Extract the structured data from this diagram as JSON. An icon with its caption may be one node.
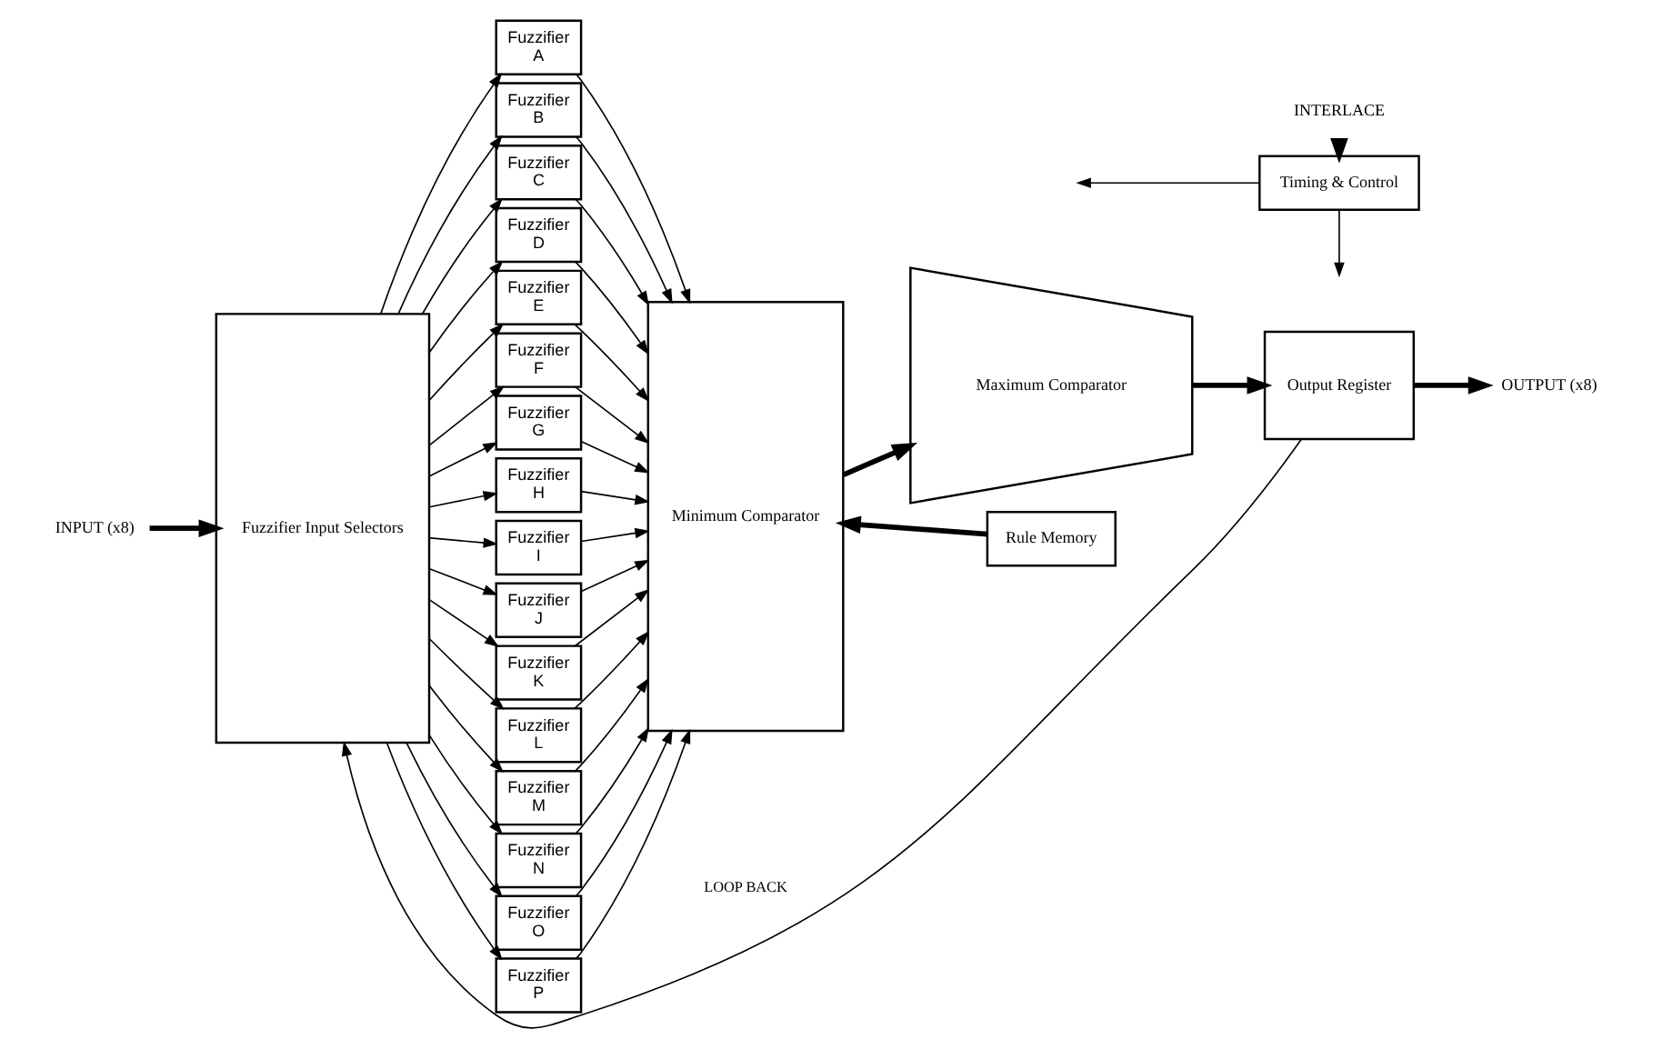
{
  "diagram": {
    "nodes": [
      {
        "text": [
          "INPUT (x8)"
        ]
      },
      {
        "text": [
          "Fuzzifier Input Selectors"
        ]
      },
      {
        "text": [
          "Fuzzifier",
          "A"
        ]
      },
      {
        "text": [
          "Fuzzifier",
          "B"
        ]
      },
      {
        "text": [
          "Fuzzifier",
          "C"
        ]
      },
      {
        "text": [
          "Fuzzifier",
          "D"
        ]
      },
      {
        "text": [
          "Fuzzifier",
          "E"
        ]
      },
      {
        "text": [
          "Fuzzifier",
          "F"
        ]
      },
      {
        "text": [
          "Fuzzifier",
          "G"
        ]
      },
      {
        "text": [
          "Fuzzifier",
          "H"
        ]
      },
      {
        "text": [
          "Fuzzifier",
          "I"
        ]
      },
      {
        "text": [
          "Fuzzifier",
          "J"
        ]
      },
      {
        "text": [
          "Fuzzifier",
          "K"
        ]
      },
      {
        "text": [
          "Fuzzifier",
          "L"
        ]
      },
      {
        "text": [
          "Fuzzifier",
          "M"
        ]
      },
      {
        "text": [
          "Fuzzifier",
          "N"
        ]
      },
      {
        "text": [
          "Fuzzifier",
          "O"
        ]
      },
      {
        "text": [
          "Fuzzifier",
          "P"
        ]
      },
      {
        "text": [
          "Minimum Comparator"
        ]
      },
      {
        "text": [
          "Maximum Comparator"
        ]
      },
      {
        "text": [
          "Output Register"
        ]
      },
      {
        "text": [
          "OUTPUT (x8)"
        ]
      },
      {
        "text": [
          "INTERLACE"
        ]
      },
      {
        "text": [
          "Timing & Control"
        ]
      },
      {
        "text": [
          "Rule Memory"
        ]
      }
    ],
    "edges": [
      {
        "from": 0,
        "to": 1,
        "arrow": "to",
        "style": "thick"
      },
      {
        "from": 20,
        "to": 1,
        "arrow": "to",
        "label": "LOOP BACK"
      },
      {
        "from": 1,
        "to": 2,
        "arrow": "to"
      },
      {
        "from": 1,
        "to": 3,
        "arrow": "to"
      },
      {
        "from": 1,
        "to": 4,
        "arrow": "to"
      },
      {
        "from": 1,
        "to": 5,
        "arrow": "to"
      },
      {
        "from": 1,
        "to": 6,
        "arrow": "to"
      },
      {
        "from": 1,
        "to": 7,
        "arrow": "to"
      },
      {
        "from": 1,
        "to": 8,
        "arrow": "to"
      },
      {
        "from": 1,
        "to": 9,
        "arrow": "to"
      },
      {
        "from": 1,
        "to": 10,
        "arrow": "to"
      },
      {
        "from": 1,
        "to": 11,
        "arrow": "to"
      },
      {
        "from": 1,
        "to": 12,
        "arrow": "to"
      },
      {
        "from": 1,
        "to": 13,
        "arrow": "to"
      },
      {
        "from": 1,
        "to": 14,
        "arrow": "to"
      },
      {
        "from": 1,
        "to": 15,
        "arrow": "to"
      },
      {
        "from": 1,
        "to": 16,
        "arrow": "to"
      },
      {
        "from": 1,
        "to": 17,
        "arrow": "to"
      },
      {
        "from": 2,
        "to": 18,
        "arrow": "to"
      },
      {
        "from": 3,
        "to": 18,
        "arrow": "to"
      },
      {
        "from": 4,
        "to": 18,
        "arrow": "to"
      },
      {
        "from": 5,
        "to": 18,
        "arrow": "to"
      },
      {
        "from": 6,
        "to": 18,
        "arrow": "to"
      },
      {
        "from": 7,
        "to": 18,
        "arrow": "to"
      },
      {
        "from": 8,
        "to": 18,
        "arrow": "to"
      },
      {
        "from": 9,
        "to": 18,
        "arrow": "to"
      },
      {
        "from": 10,
        "to": 18,
        "arrow": "to"
      },
      {
        "from": 11,
        "to": 18,
        "arrow": "to"
      },
      {
        "from": 12,
        "to": 18,
        "arrow": "to"
      },
      {
        "from": 13,
        "to": 18,
        "arrow": "to"
      },
      {
        "from": 14,
        "to": 18,
        "arrow": "to"
      },
      {
        "from": 15,
        "to": 18,
        "arrow": "to"
      },
      {
        "from": 16,
        "to": 18,
        "arrow": "to"
      },
      {
        "from": 17,
        "to": 18,
        "arrow": "to"
      },
      {
        "from": 18,
        "to": 19,
        "arrow": "to",
        "style": "thick"
      },
      {
        "from": 19,
        "to": 20,
        "arrow": "to",
        "style": "thick"
      },
      {
        "from": 20,
        "to": 21,
        "arrow": "to",
        "style": "thick"
      },
      {
        "from": 22,
        "to": 23,
        "arrow": "to",
        "style": "thick"
      },
      {
        "from": 23,
        "to": null,
        "arrow": "to"
      },
      {
        "from": 23,
        "to": null,
        "arrow": "to"
      },
      {
        "from": 24,
        "to": 18,
        "arrow": "to",
        "style": "thick"
      }
    ]
  }
}
